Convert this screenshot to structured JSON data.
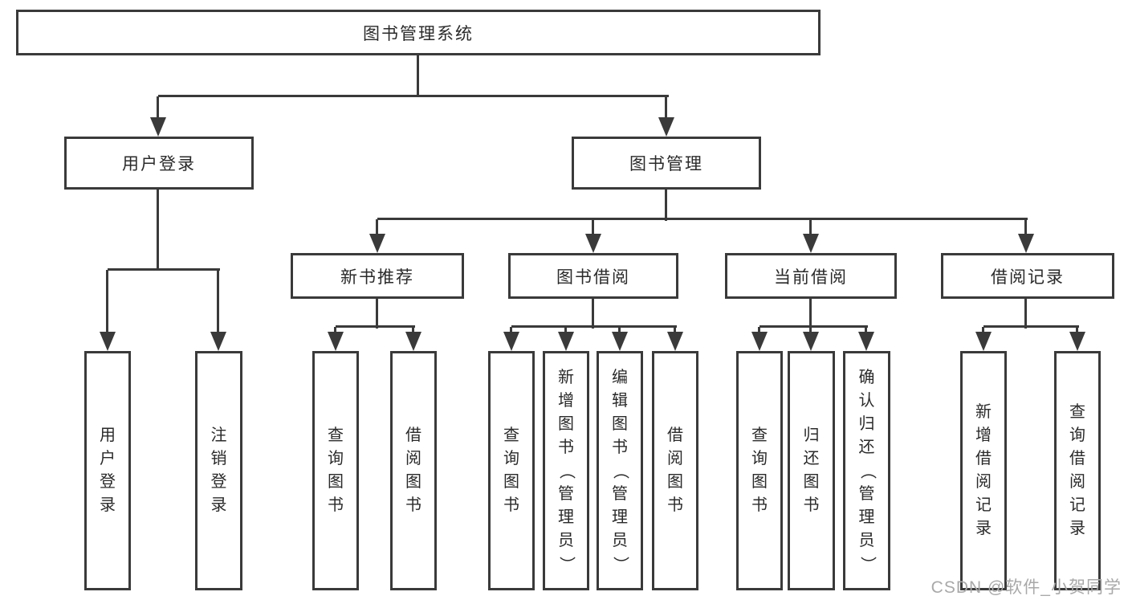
{
  "diagram": {
    "root": {
      "label": "图书管理系统"
    },
    "branches": [
      {
        "label": "用户登录",
        "leaves": [
          {
            "label": "用户登录"
          },
          {
            "label": "注销登录"
          }
        ]
      },
      {
        "label": "图书管理",
        "children": [
          {
            "label": "新书推荐",
            "leaves": [
              {
                "label": "查询图书"
              },
              {
                "label": "借阅图书"
              }
            ]
          },
          {
            "label": "图书借阅",
            "leaves": [
              {
                "label": "查询图书"
              },
              {
                "label": "新增图书（管理员）"
              },
              {
                "label": "编辑图书（管理员）"
              },
              {
                "label": "借阅图书"
              }
            ]
          },
          {
            "label": "当前借阅",
            "leaves": [
              {
                "label": "查询图书"
              },
              {
                "label": "归还图书"
              },
              {
                "label": "确认归还（管理员）"
              }
            ]
          },
          {
            "label": "借阅记录",
            "leaves": [
              {
                "label": "新增借阅记录"
              },
              {
                "label": "查询借阅记录"
              }
            ]
          }
        ]
      }
    ]
  },
  "watermark": {
    "text": "CSDN @软件_小贺同学"
  },
  "colors": {
    "line": "#3a3a3a",
    "text": "#2a2a2a",
    "watermark": "#a9a9a9",
    "background": "#ffffff"
  }
}
